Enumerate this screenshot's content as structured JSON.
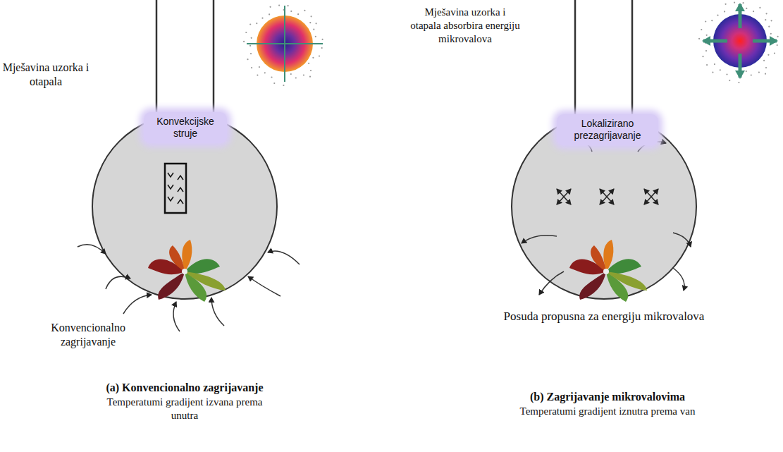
{
  "diagram": {
    "nodes": [
      {
        "text": [
          "Konvekcijske struje"
        ]
      },
      {
        "text": [
          "Lokalizirano prezagrijavanje"
        ]
      }
    ],
    "labels": [
      "Mješavina uzorka i otapala",
      "Konvencionalno zagrijavanje",
      "(a) Konvencionalno zagrijavanje",
      "Temperatumi gradijent izvana prema unutra",
      "Mješavina uzorka i otapala absorbira energiju mikrovalova",
      "Posuda propusna za energiju mikrovalova",
      "(b) Zagrijavanje mikrovalovima",
      "Temperatumi gradijent iznutra prema van"
    ]
  }
}
